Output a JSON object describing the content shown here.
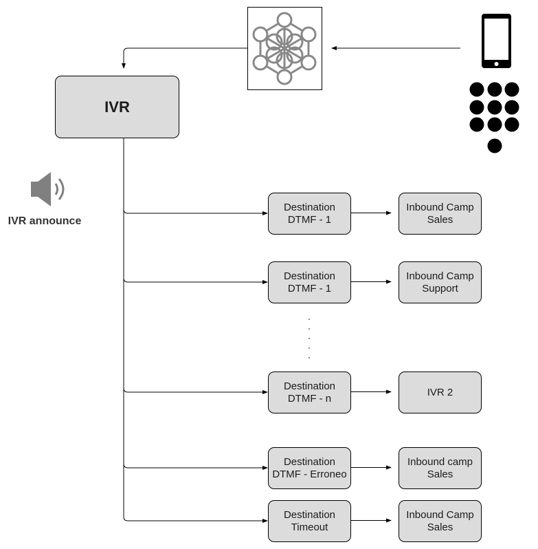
{
  "ivr": {
    "label": "IVR"
  },
  "announce": {
    "label": "IVR announce"
  },
  "rows": [
    {
      "destination": "Destination\nDTMF - 1",
      "target": "Inbound Camp\nSales"
    },
    {
      "destination": "Destination\nDTMF - 1",
      "target": "Inbound Camp\nSupport"
    },
    {
      "destination": "Destination\nDTMF - n",
      "target": "IVR 2"
    },
    {
      "destination": "Destination\nDTMF - Erroneo",
      "target": "Inbound camp\nSales"
    },
    {
      "destination": "Destination\nTimeout",
      "target": "Inbound Camp\nSales"
    }
  ],
  "icons": [
    "network-icon",
    "smartphone-icon",
    "keypad-icon",
    "speaker-icon"
  ],
  "colors": {
    "box_fill": "#dcdcdc",
    "icon_gray": "#808080"
  }
}
